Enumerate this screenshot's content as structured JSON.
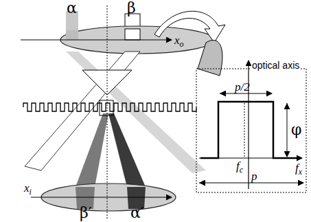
{
  "diagram": {
    "labels": [
      "α",
      "β",
      "xo",
      "optical axis",
      "p/2",
      "φ",
      "fc",
      "fx",
      "p",
      "β′",
      "α′",
      "xi"
    ]
  }
}
